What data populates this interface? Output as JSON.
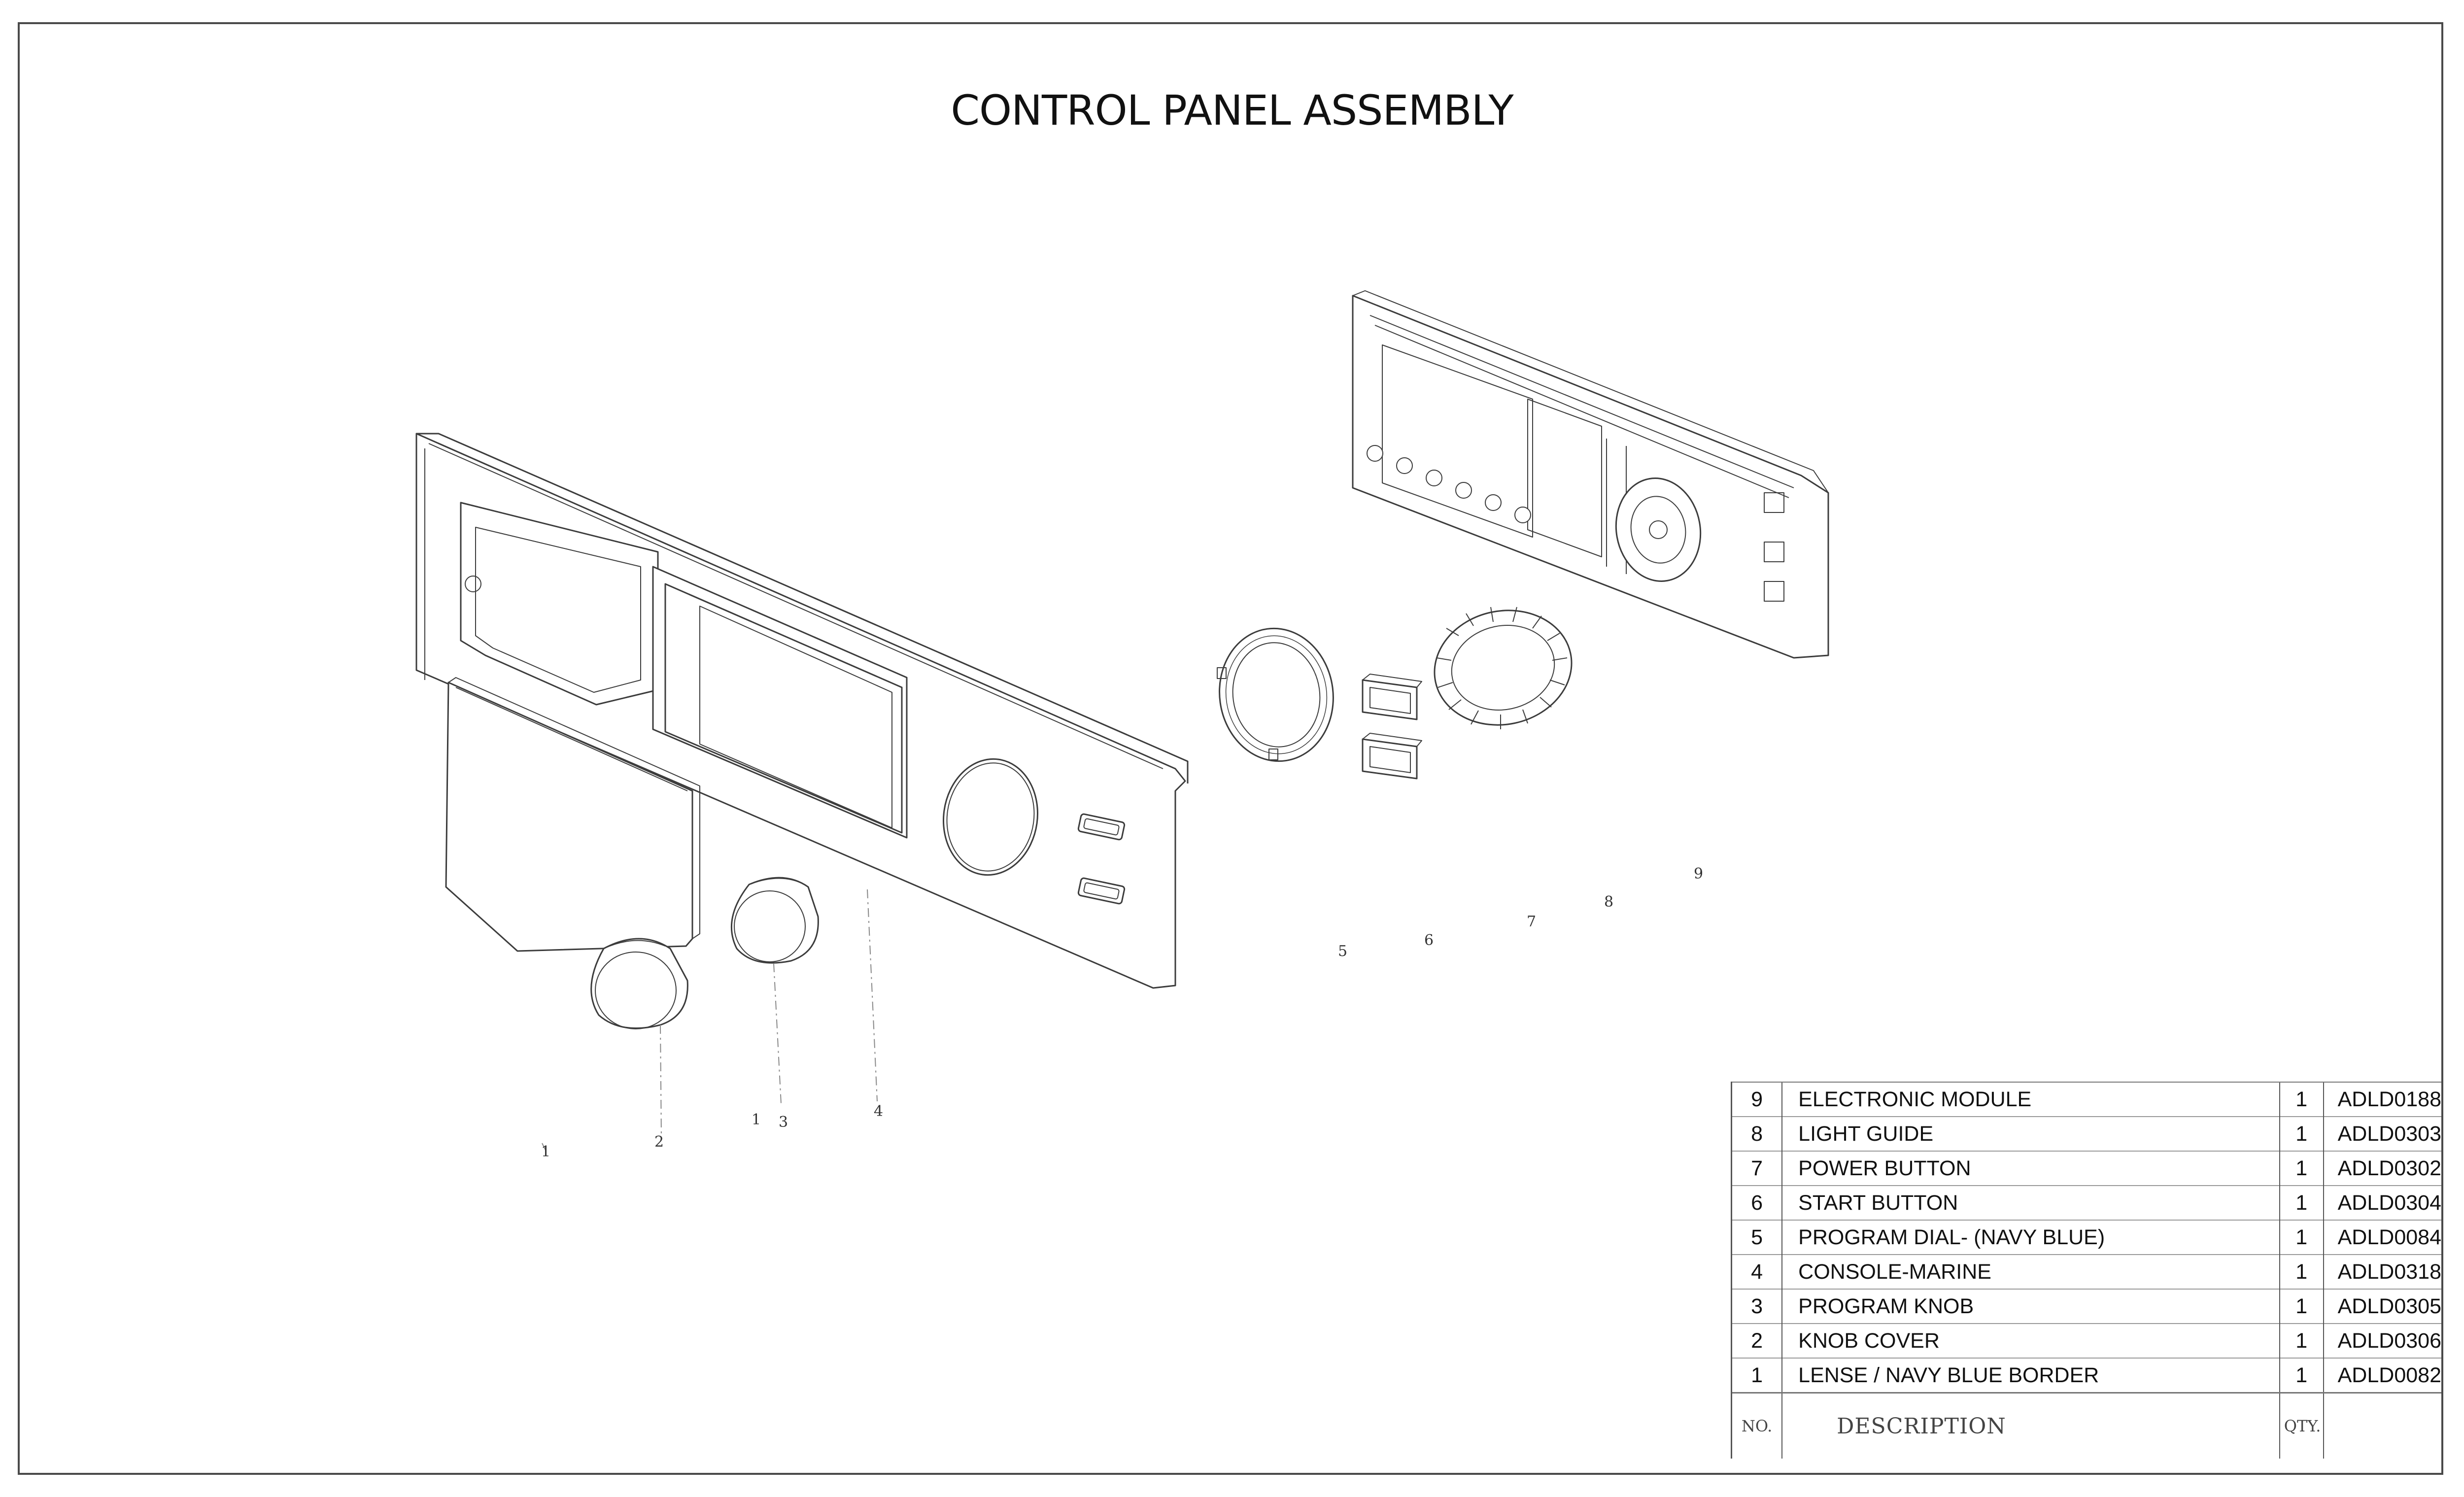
{
  "title": "CONTROL PANEL ASSEMBLY",
  "callouts": [
    {
      "id": "callout-1",
      "text": "1"
    },
    {
      "id": "callout-2",
      "text": "2"
    },
    {
      "id": "callout-1b",
      "text": "1"
    },
    {
      "id": "callout-3",
      "text": "3"
    },
    {
      "id": "callout-4",
      "text": "4"
    },
    {
      "id": "callout-5",
      "text": "5"
    },
    {
      "id": "callout-6",
      "text": "6"
    },
    {
      "id": "callout-7",
      "text": "7"
    },
    {
      "id": "callout-8",
      "text": "8"
    },
    {
      "id": "callout-9",
      "text": "9"
    }
  ],
  "parts_list": {
    "rows": [
      {
        "no": "9",
        "description": "ELECTRONIC MODULE",
        "qty": "1",
        "code": "ADLD0188"
      },
      {
        "no": "8",
        "description": "LIGHT GUIDE",
        "qty": "1",
        "code": "ADLD0303"
      },
      {
        "no": "7",
        "description": "POWER BUTTON",
        "qty": "1",
        "code": "ADLD0302"
      },
      {
        "no": "6",
        "description": "START BUTTON",
        "qty": "1",
        "code": "ADLD0304"
      },
      {
        "no": "5",
        "description": "PROGRAM DIAL- (NAVY BLUE)",
        "qty": "1",
        "code": "ADLD0084"
      },
      {
        "no": "4",
        "description": "CONSOLE-MARINE",
        "qty": "1",
        "code": "ADLD0318"
      },
      {
        "no": "3",
        "description": "PROGRAM KNOB",
        "qty": "1",
        "code": "ADLD0305"
      },
      {
        "no": "2",
        "description": "KNOB COVER",
        "qty": "1",
        "code": "ADLD0306"
      },
      {
        "no": "1",
        "description": "LENSE / NAVY BLUE BORDER",
        "qty": "1",
        "code": "ADLD0082"
      }
    ],
    "header": {
      "no": "NO.",
      "description": "DESCRIPTION",
      "qty": "QTY."
    }
  }
}
